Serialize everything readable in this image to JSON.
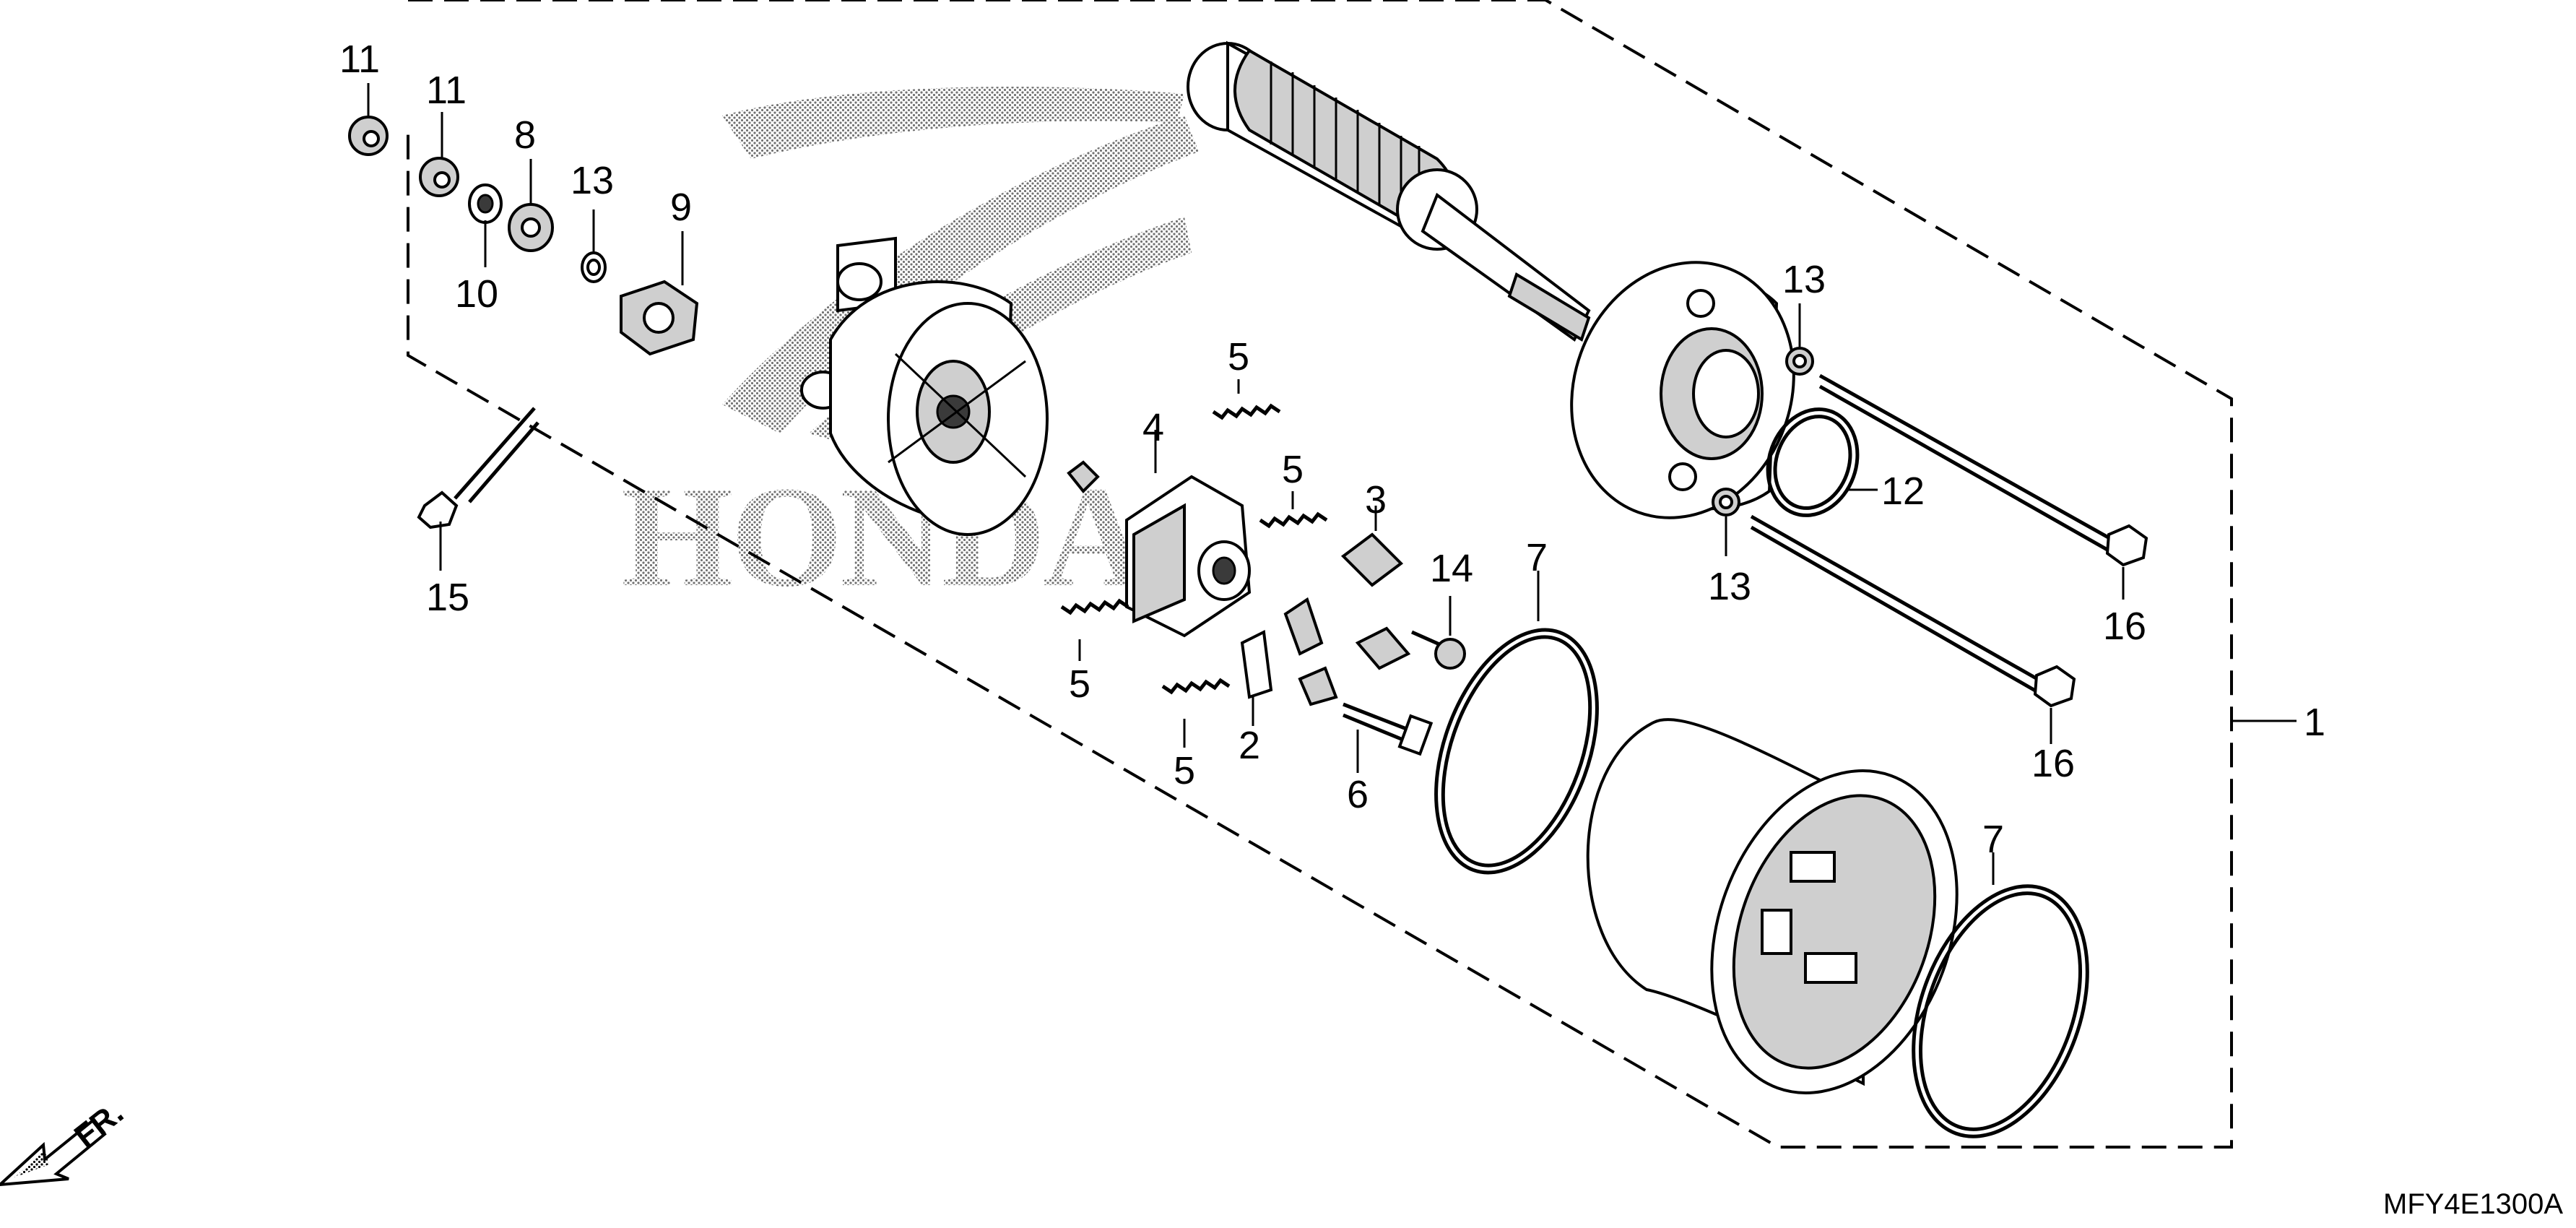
{
  "diagram": {
    "diagram_code": "MFY4E1300A",
    "direction_label": "FR.",
    "callouts": [
      {
        "id": "c1",
        "label": "1"
      },
      {
        "id": "c2",
        "label": "2"
      },
      {
        "id": "c3",
        "label": "3"
      },
      {
        "id": "c4",
        "label": "4"
      },
      {
        "id": "c5a",
        "label": "5"
      },
      {
        "id": "c5b",
        "label": "5"
      },
      {
        "id": "c5c",
        "label": "5"
      },
      {
        "id": "c5d",
        "label": "5"
      },
      {
        "id": "c6",
        "label": "6"
      },
      {
        "id": "c7a",
        "label": "7"
      },
      {
        "id": "c7b",
        "label": "7"
      },
      {
        "id": "c8",
        "label": "8"
      },
      {
        "id": "c9",
        "label": "9"
      },
      {
        "id": "c10",
        "label": "10"
      },
      {
        "id": "c11a",
        "label": "11"
      },
      {
        "id": "c11b",
        "label": "11"
      },
      {
        "id": "c12",
        "label": "12"
      },
      {
        "id": "c13a",
        "label": "13"
      },
      {
        "id": "c13b",
        "label": "13"
      },
      {
        "id": "c13c",
        "label": "13"
      },
      {
        "id": "c14",
        "label": "14"
      },
      {
        "id": "c15",
        "label": "15"
      },
      {
        "id": "c16a",
        "label": "16"
      },
      {
        "id": "c16b",
        "label": "16"
      }
    ],
    "watermark_text": "HONDA"
  }
}
